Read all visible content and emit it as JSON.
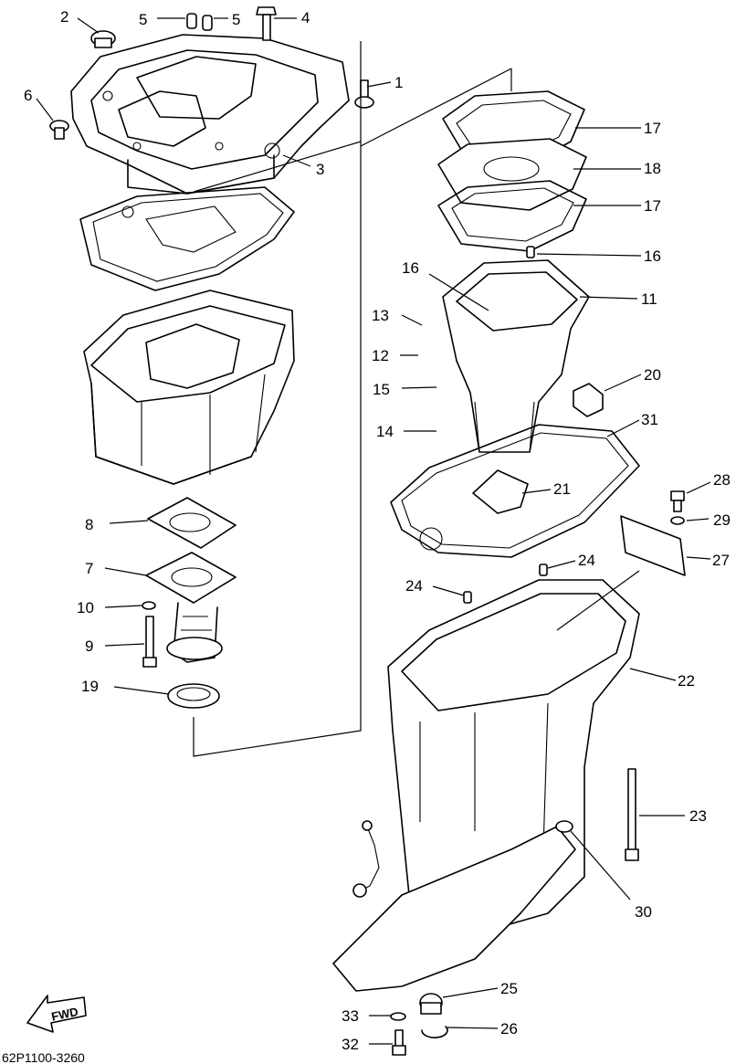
{
  "diagram": {
    "drawing_code": "62P1100-3260",
    "direction_label": "FWD",
    "callouts": [
      "1",
      "2",
      "3",
      "4",
      "5",
      "6",
      "7",
      "8",
      "9",
      "10",
      "11",
      "12",
      "13",
      "14",
      "15",
      "16",
      "17",
      "18",
      "19",
      "20",
      "21",
      "22",
      "23",
      "24",
      "25",
      "26",
      "27",
      "28",
      "29",
      "30",
      "31",
      "32",
      "33"
    ]
  }
}
